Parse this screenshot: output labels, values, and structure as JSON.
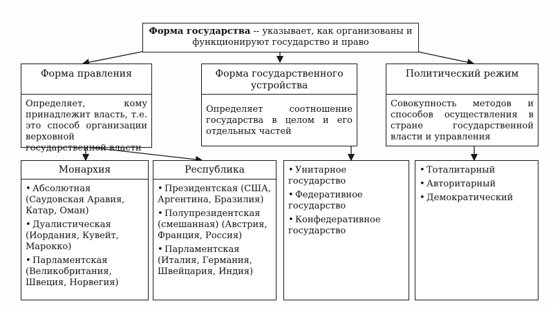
{
  "root": {
    "term": "Форма государства",
    "definition": " -- указывает, как организованы и функционируют государство и право"
  },
  "columns": [
    {
      "title": "Форма правления",
      "description": "Определяет, кому принадлежит власть, т.е. это способ организации верховной государственной власти"
    },
    {
      "title": "Форма государственного устройства",
      "description": "Определяет соотношение государства в целом и его отдельных частей"
    },
    {
      "title": "Политический режим",
      "description": "Совокупность методов и способов осуществления в стране государственной власти и управления"
    }
  ],
  "monarchy": {
    "title": "Монархия",
    "items": [
      "Абсолютная (Саудовская Аравия, Катар, Оман)",
      "Дуалистическая (Иордания, Кувейт, Марокко)",
      "Парламентская (Великобритания, Швеция, Норвегия)"
    ]
  },
  "republic": {
    "title": "Республика",
    "items": [
      "Президентская (США, Аргентина, Бразилия)",
      "Полупрезидентская (смешанная) (Австрия, Франция, Россия)",
      "Парламентская (Италия, Германия, Швейцария, Индия)"
    ]
  },
  "structure_types": {
    "items": [
      "Унитарное государство",
      "Федеративное государство",
      "Конфедеративное государство"
    ]
  },
  "regime_types": {
    "items": [
      "Тоталитарный",
      "Авторитарный",
      "Демократический"
    ]
  }
}
